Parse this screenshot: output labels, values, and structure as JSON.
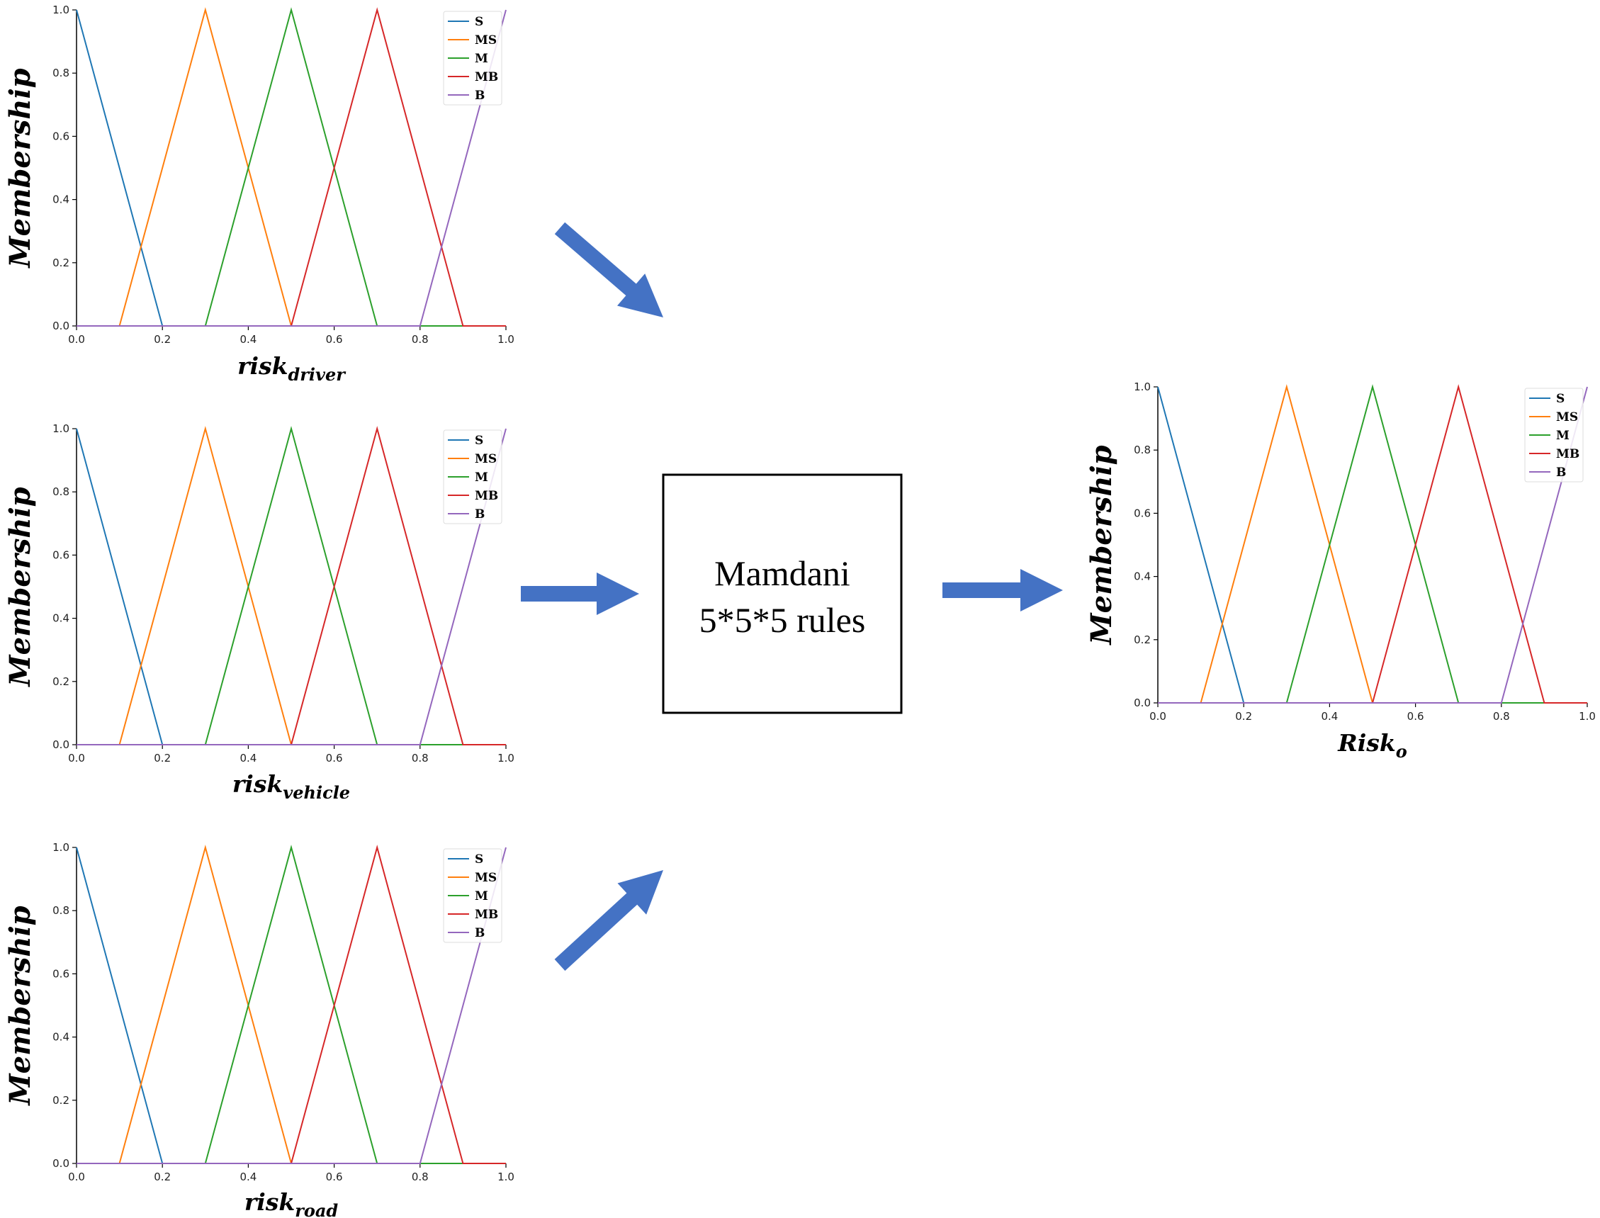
{
  "diagram": {
    "center_box": {
      "line1": "Mamdani",
      "line2": "5*5*5 rules"
    },
    "arrow_color": "#4472C4"
  },
  "chart_data": [
    {
      "type": "line",
      "id": "driver",
      "xlabel": "risk",
      "xlabel_sub": "driver",
      "ylabel": "Membership",
      "xlim": [
        0,
        1
      ],
      "ylim": [
        0,
        1
      ],
      "xticks": [
        "0.0",
        "0.2",
        "0.4",
        "0.6",
        "0.8",
        "1.0"
      ],
      "yticks": [
        "0.0",
        "0.2",
        "0.4",
        "0.6",
        "0.8",
        "1.0"
      ],
      "legend_position": "top-right",
      "series": [
        {
          "name": "S",
          "color": "#1f77b4",
          "points": [
            [
              0,
              1
            ],
            [
              0.2,
              0
            ],
            [
              1,
              0
            ]
          ]
        },
        {
          "name": "MS",
          "color": "#ff7f0e",
          "points": [
            [
              0,
              0
            ],
            [
              0.1,
              0
            ],
            [
              0.3,
              1
            ],
            [
              0.5,
              0
            ],
            [
              1,
              0
            ]
          ]
        },
        {
          "name": "M",
          "color": "#2ca02c",
          "points": [
            [
              0,
              0
            ],
            [
              0.3,
              0
            ],
            [
              0.5,
              1
            ],
            [
              0.7,
              0
            ],
            [
              1,
              0
            ]
          ]
        },
        {
          "name": "MB",
          "color": "#d62728",
          "points": [
            [
              0,
              0
            ],
            [
              0.5,
              0
            ],
            [
              0.7,
              1
            ],
            [
              0.9,
              0
            ],
            [
              1,
              0
            ]
          ]
        },
        {
          "name": "B",
          "color": "#9467bd",
          "points": [
            [
              0,
              0
            ],
            [
              0.8,
              0
            ],
            [
              1,
              1
            ]
          ]
        }
      ]
    },
    {
      "type": "line",
      "id": "vehicle",
      "xlabel": "risk",
      "xlabel_sub": "vehicle",
      "ylabel": "Membership",
      "xlim": [
        0,
        1
      ],
      "ylim": [
        0,
        1
      ],
      "xticks": [
        "0.0",
        "0.2",
        "0.4",
        "0.6",
        "0.8",
        "1.0"
      ],
      "yticks": [
        "0.0",
        "0.2",
        "0.4",
        "0.6",
        "0.8",
        "1.0"
      ],
      "legend_position": "top-right",
      "series": [
        {
          "name": "S",
          "color": "#1f77b4",
          "points": [
            [
              0,
              1
            ],
            [
              0.2,
              0
            ],
            [
              1,
              0
            ]
          ]
        },
        {
          "name": "MS",
          "color": "#ff7f0e",
          "points": [
            [
              0,
              0
            ],
            [
              0.1,
              0
            ],
            [
              0.3,
              1
            ],
            [
              0.5,
              0
            ],
            [
              1,
              0
            ]
          ]
        },
        {
          "name": "M",
          "color": "#2ca02c",
          "points": [
            [
              0,
              0
            ],
            [
              0.3,
              0
            ],
            [
              0.5,
              1
            ],
            [
              0.7,
              0
            ],
            [
              1,
              0
            ]
          ]
        },
        {
          "name": "MB",
          "color": "#d62728",
          "points": [
            [
              0,
              0
            ],
            [
              0.5,
              0
            ],
            [
              0.7,
              1
            ],
            [
              0.9,
              0
            ],
            [
              1,
              0
            ]
          ]
        },
        {
          "name": "B",
          "color": "#9467bd",
          "points": [
            [
              0,
              0
            ],
            [
              0.8,
              0
            ],
            [
              1,
              1
            ]
          ]
        }
      ]
    },
    {
      "type": "line",
      "id": "road",
      "xlabel": "risk",
      "xlabel_sub": "road",
      "ylabel": "Membership",
      "xlim": [
        0,
        1
      ],
      "ylim": [
        0,
        1
      ],
      "xticks": [
        "0.0",
        "0.2",
        "0.4",
        "0.6",
        "0.8",
        "1.0"
      ],
      "yticks": [
        "0.0",
        "0.2",
        "0.4",
        "0.6",
        "0.8",
        "1.0"
      ],
      "legend_position": "top-right",
      "series": [
        {
          "name": "S",
          "color": "#1f77b4",
          "points": [
            [
              0,
              1
            ],
            [
              0.2,
              0
            ],
            [
              1,
              0
            ]
          ]
        },
        {
          "name": "MS",
          "color": "#ff7f0e",
          "points": [
            [
              0,
              0
            ],
            [
              0.1,
              0
            ],
            [
              0.3,
              1
            ],
            [
              0.5,
              0
            ],
            [
              1,
              0
            ]
          ]
        },
        {
          "name": "M",
          "color": "#2ca02c",
          "points": [
            [
              0,
              0
            ],
            [
              0.3,
              0
            ],
            [
              0.5,
              1
            ],
            [
              0.7,
              0
            ],
            [
              1,
              0
            ]
          ]
        },
        {
          "name": "MB",
          "color": "#d62728",
          "points": [
            [
              0,
              0
            ],
            [
              0.5,
              0
            ],
            [
              0.7,
              1
            ],
            [
              0.9,
              0
            ],
            [
              1,
              0
            ]
          ]
        },
        {
          "name": "B",
          "color": "#9467bd",
          "points": [
            [
              0,
              0
            ],
            [
              0.8,
              0
            ],
            [
              1,
              1
            ]
          ]
        }
      ]
    },
    {
      "type": "line",
      "id": "output",
      "xlabel": "Risk",
      "xlabel_sub": "o",
      "ylabel": "Membership",
      "xlim": [
        0,
        1
      ],
      "ylim": [
        0,
        1
      ],
      "xticks": [
        "0.0",
        "0.2",
        "0.4",
        "0.6",
        "0.8",
        "1.0"
      ],
      "yticks": [
        "0.0",
        "0.2",
        "0.4",
        "0.6",
        "0.8",
        "1.0"
      ],
      "legend_position": "top-right",
      "series": [
        {
          "name": "S",
          "color": "#1f77b4",
          "points": [
            [
              0,
              1
            ],
            [
              0.2,
              0
            ],
            [
              1,
              0
            ]
          ]
        },
        {
          "name": "MS",
          "color": "#ff7f0e",
          "points": [
            [
              0,
              0
            ],
            [
              0.1,
              0
            ],
            [
              0.3,
              1
            ],
            [
              0.5,
              0
            ],
            [
              1,
              0
            ]
          ]
        },
        {
          "name": "M",
          "color": "#2ca02c",
          "points": [
            [
              0,
              0
            ],
            [
              0.3,
              0
            ],
            [
              0.5,
              1
            ],
            [
              0.7,
              0
            ],
            [
              1,
              0
            ]
          ]
        },
        {
          "name": "MB",
          "color": "#d62728",
          "points": [
            [
              0,
              0
            ],
            [
              0.5,
              0
            ],
            [
              0.7,
              1
            ],
            [
              0.9,
              0
            ],
            [
              1,
              0
            ]
          ]
        },
        {
          "name": "B",
          "color": "#9467bd",
          "points": [
            [
              0,
              0
            ],
            [
              0.8,
              0
            ],
            [
              1,
              1
            ]
          ]
        }
      ]
    }
  ]
}
